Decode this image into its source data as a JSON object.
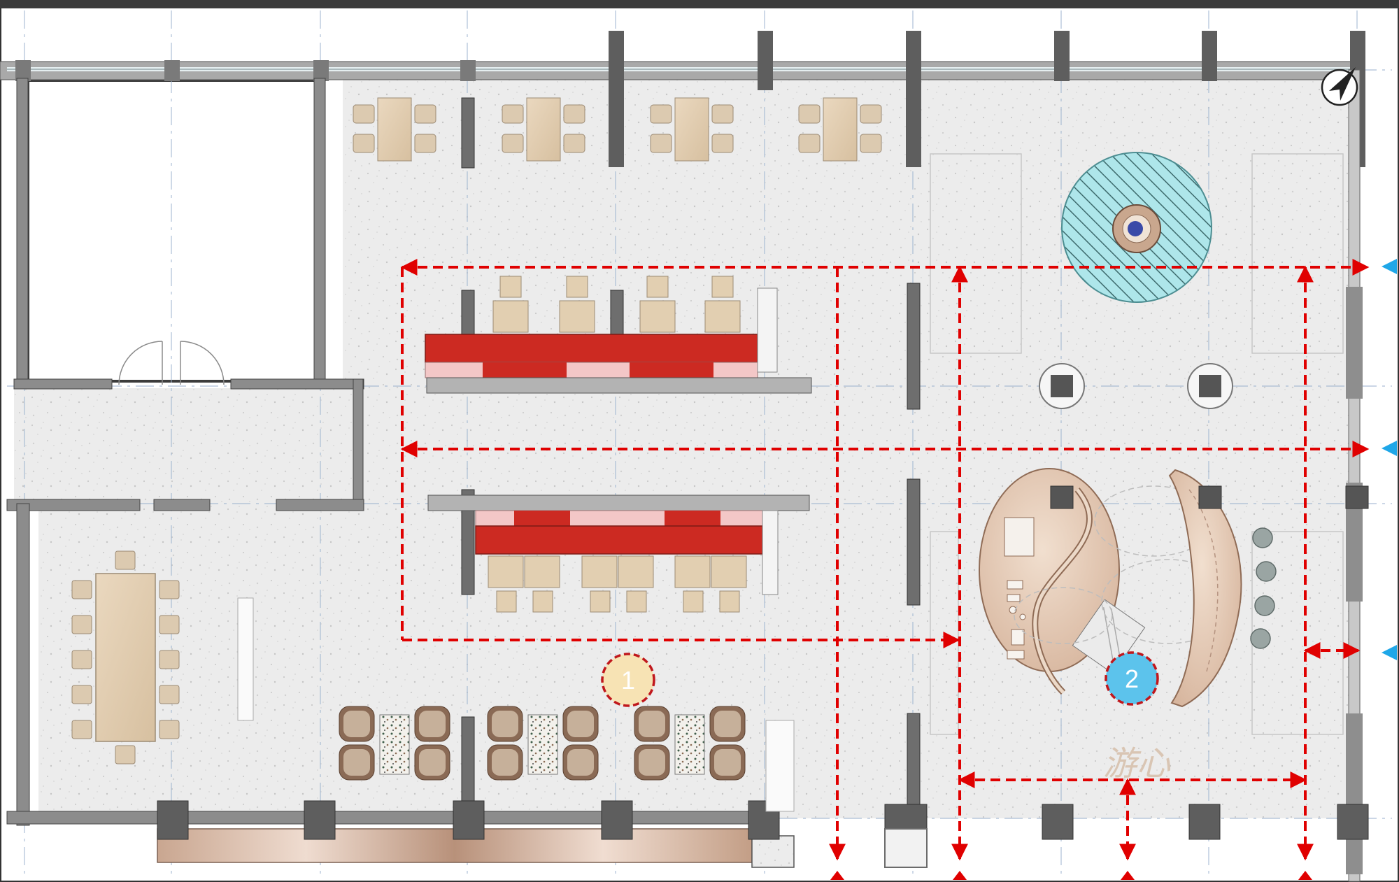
{
  "markers": [
    {
      "id": "1",
      "label": "1"
    },
    {
      "id": "2",
      "label": "2"
    }
  ],
  "brand_mark": "游心",
  "colors": {
    "wall_dark": "#3c3c3c",
    "wall_mid": "#9a9a9a",
    "floor": "#ededed",
    "route": "#e00000",
    "desk_red": "#cc2a22",
    "desk_pink": "#f3c7c7",
    "wood": "#e2cfb1",
    "chair_brown": "#7a5a45",
    "round_table_fill": "#9fe3e8",
    "entrance_arrow": "#1fa7e8",
    "marker_1_fill": "#f7e3b4",
    "marker_2_fill": "#5cc3ec",
    "marker_ring": "#c0171c"
  },
  "icons": [
    "north-arrow-icon",
    "entrance-arrow-icon",
    "exit-arrow-icon"
  ]
}
